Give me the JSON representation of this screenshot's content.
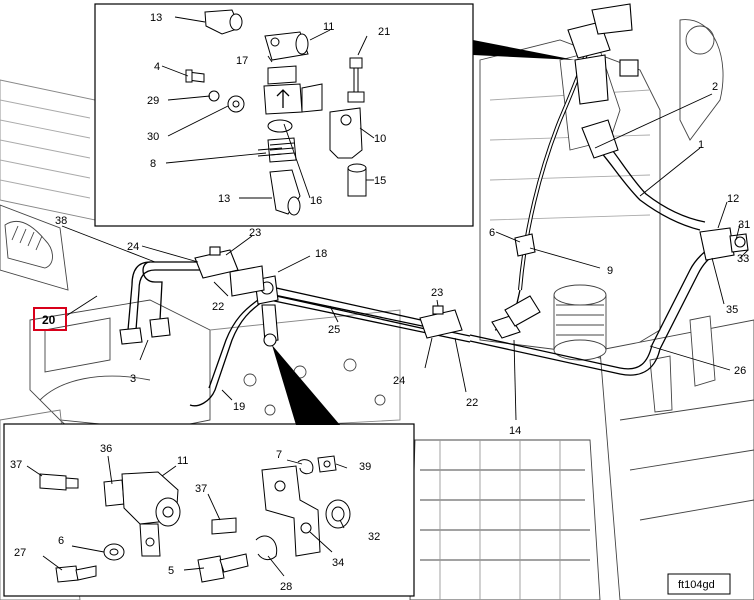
{
  "figure_id": "ft104gd",
  "highlight_color": "#d8001a",
  "callouts": {
    "c1": "1",
    "c2": "2",
    "c3": "3",
    "c4": "4",
    "c5": "5",
    "c6": "6",
    "c7": "7",
    "c8": "8",
    "c9": "9",
    "c10": "10",
    "c11": "11",
    "c12": "12",
    "c13": "13",
    "c14": "14",
    "c15": "15",
    "c16": "16",
    "c17": "17",
    "c18": "18",
    "c19": "19",
    "c20": "20",
    "c21": "21",
    "c22": "22",
    "c23": "23",
    "c24": "24",
    "c25": "25",
    "c26": "26",
    "c27": "27",
    "c28": "28",
    "c29": "29",
    "c30": "30",
    "c31": "31",
    "c32": "32",
    "c33": "33",
    "c34": "34",
    "c35": "35",
    "c36": "36",
    "c37": "37",
    "c38": "38",
    "c39": "39"
  },
  "icons": {
    "engine": "engine-block-icon",
    "fitting": "hose-fitting-icon",
    "clamp": "clamp-icon"
  }
}
